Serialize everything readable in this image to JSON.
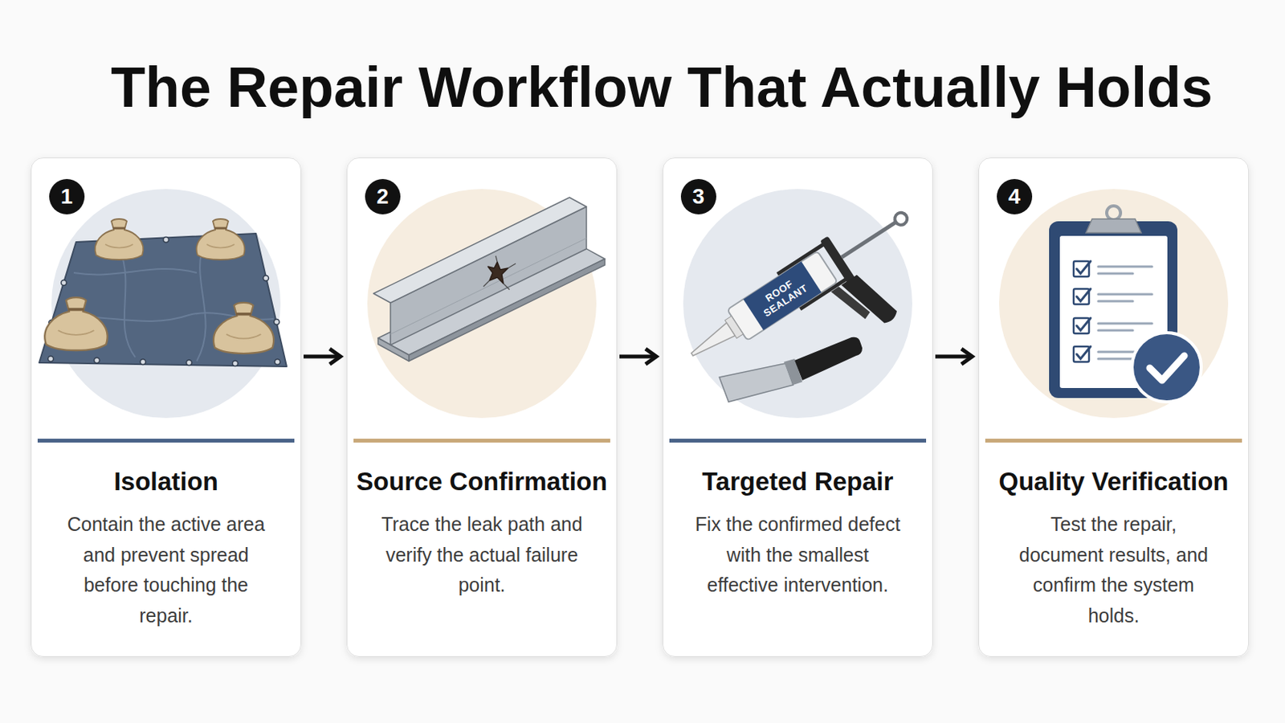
{
  "diagram": {
    "title": "The Repair Workflow That Actually Holds",
    "nodes": [
      {
        "text": [
          "Isolation",
          "Contain the active area and prevent spread before touching the repair."
        ]
      },
      {
        "text": [
          "Source Confirmation",
          "Trace the leak path and verify the actual failure point."
        ]
      },
      {
        "text": [
          "Targeted Repair",
          "Fix the confirmed defect with the smallest effective intervention."
        ]
      },
      {
        "text": [
          "Quality Verification",
          "Test the repair, document results, and confirm the system holds."
        ]
      }
    ],
    "edges": [
      {
        "from": 0,
        "to": 1,
        "arrow": "to"
      },
      {
        "from": 1,
        "to": 2,
        "arrow": "to"
      },
      {
        "from": 2,
        "to": 3,
        "arrow": "to"
      }
    ],
    "labels": [
      "1",
      "2",
      "3",
      "4",
      "ROOF SEALANT"
    ]
  }
}
